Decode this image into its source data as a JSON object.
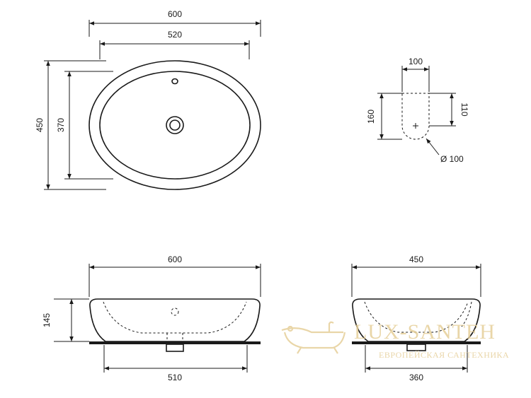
{
  "top_view": {
    "width_outer": "600",
    "width_inner": "520",
    "depth_outer": "450",
    "depth_inner": "370"
  },
  "overflow_detail": {
    "width": "100",
    "height": "160",
    "inner_height": "110",
    "diameter": "Ø 100"
  },
  "front_view": {
    "width": "600",
    "height": "145",
    "base_width": "510"
  },
  "side_view": {
    "width": "450",
    "base_width": "360"
  },
  "watermark": {
    "brand": "LUX-SANTEH",
    "tagline": "ЕВРОПЕЙСКАЯ САНТЕХНИКА"
  }
}
